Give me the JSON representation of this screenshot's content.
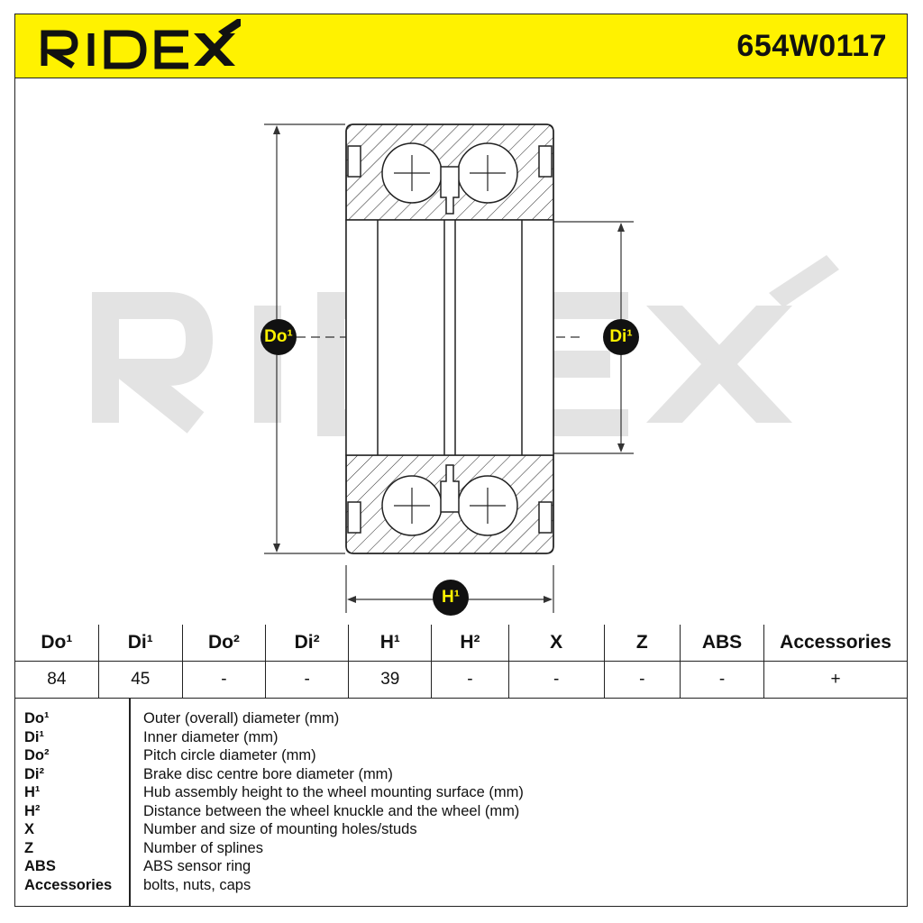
{
  "header": {
    "brand": "RIDEX",
    "part_number": "654W0117",
    "accent_color": "#fff200"
  },
  "drawing": {
    "watermark": "RIDEX",
    "labels": {
      "do1": "Do¹",
      "di1": "Di¹",
      "h1": "H¹"
    }
  },
  "specs": {
    "headers": [
      "Do¹",
      "Di¹",
      "Do²",
      "Di²",
      "H¹",
      "H²",
      "X",
      "Z",
      "ABS",
      "Accessories"
    ],
    "values": [
      "84",
      "45",
      "-",
      "-",
      "39",
      "-",
      "-",
      "-",
      "-",
      "+"
    ]
  },
  "legend": [
    {
      "abbr": "Do¹",
      "desc": "Outer (overall) diameter (mm)"
    },
    {
      "abbr": "Di¹",
      "desc": "Inner diameter (mm)"
    },
    {
      "abbr": "Do²",
      "desc": "Pitch circle diameter (mm)"
    },
    {
      "abbr": "Di²",
      "desc": "Brake disc centre bore diameter (mm)"
    },
    {
      "abbr": "H¹",
      "desc": "Hub assembly height to the wheel mounting surface (mm)"
    },
    {
      "abbr": "H²",
      "desc": "Distance between the wheel knuckle and the wheel (mm)"
    },
    {
      "abbr": "X",
      "desc": "Number and size of mounting holes/studs"
    },
    {
      "abbr": "Z",
      "desc": "Number of splines"
    },
    {
      "abbr": "ABS",
      "desc": "ABS sensor ring"
    },
    {
      "abbr": "Accessories",
      "desc": "bolts, nuts, caps"
    }
  ]
}
